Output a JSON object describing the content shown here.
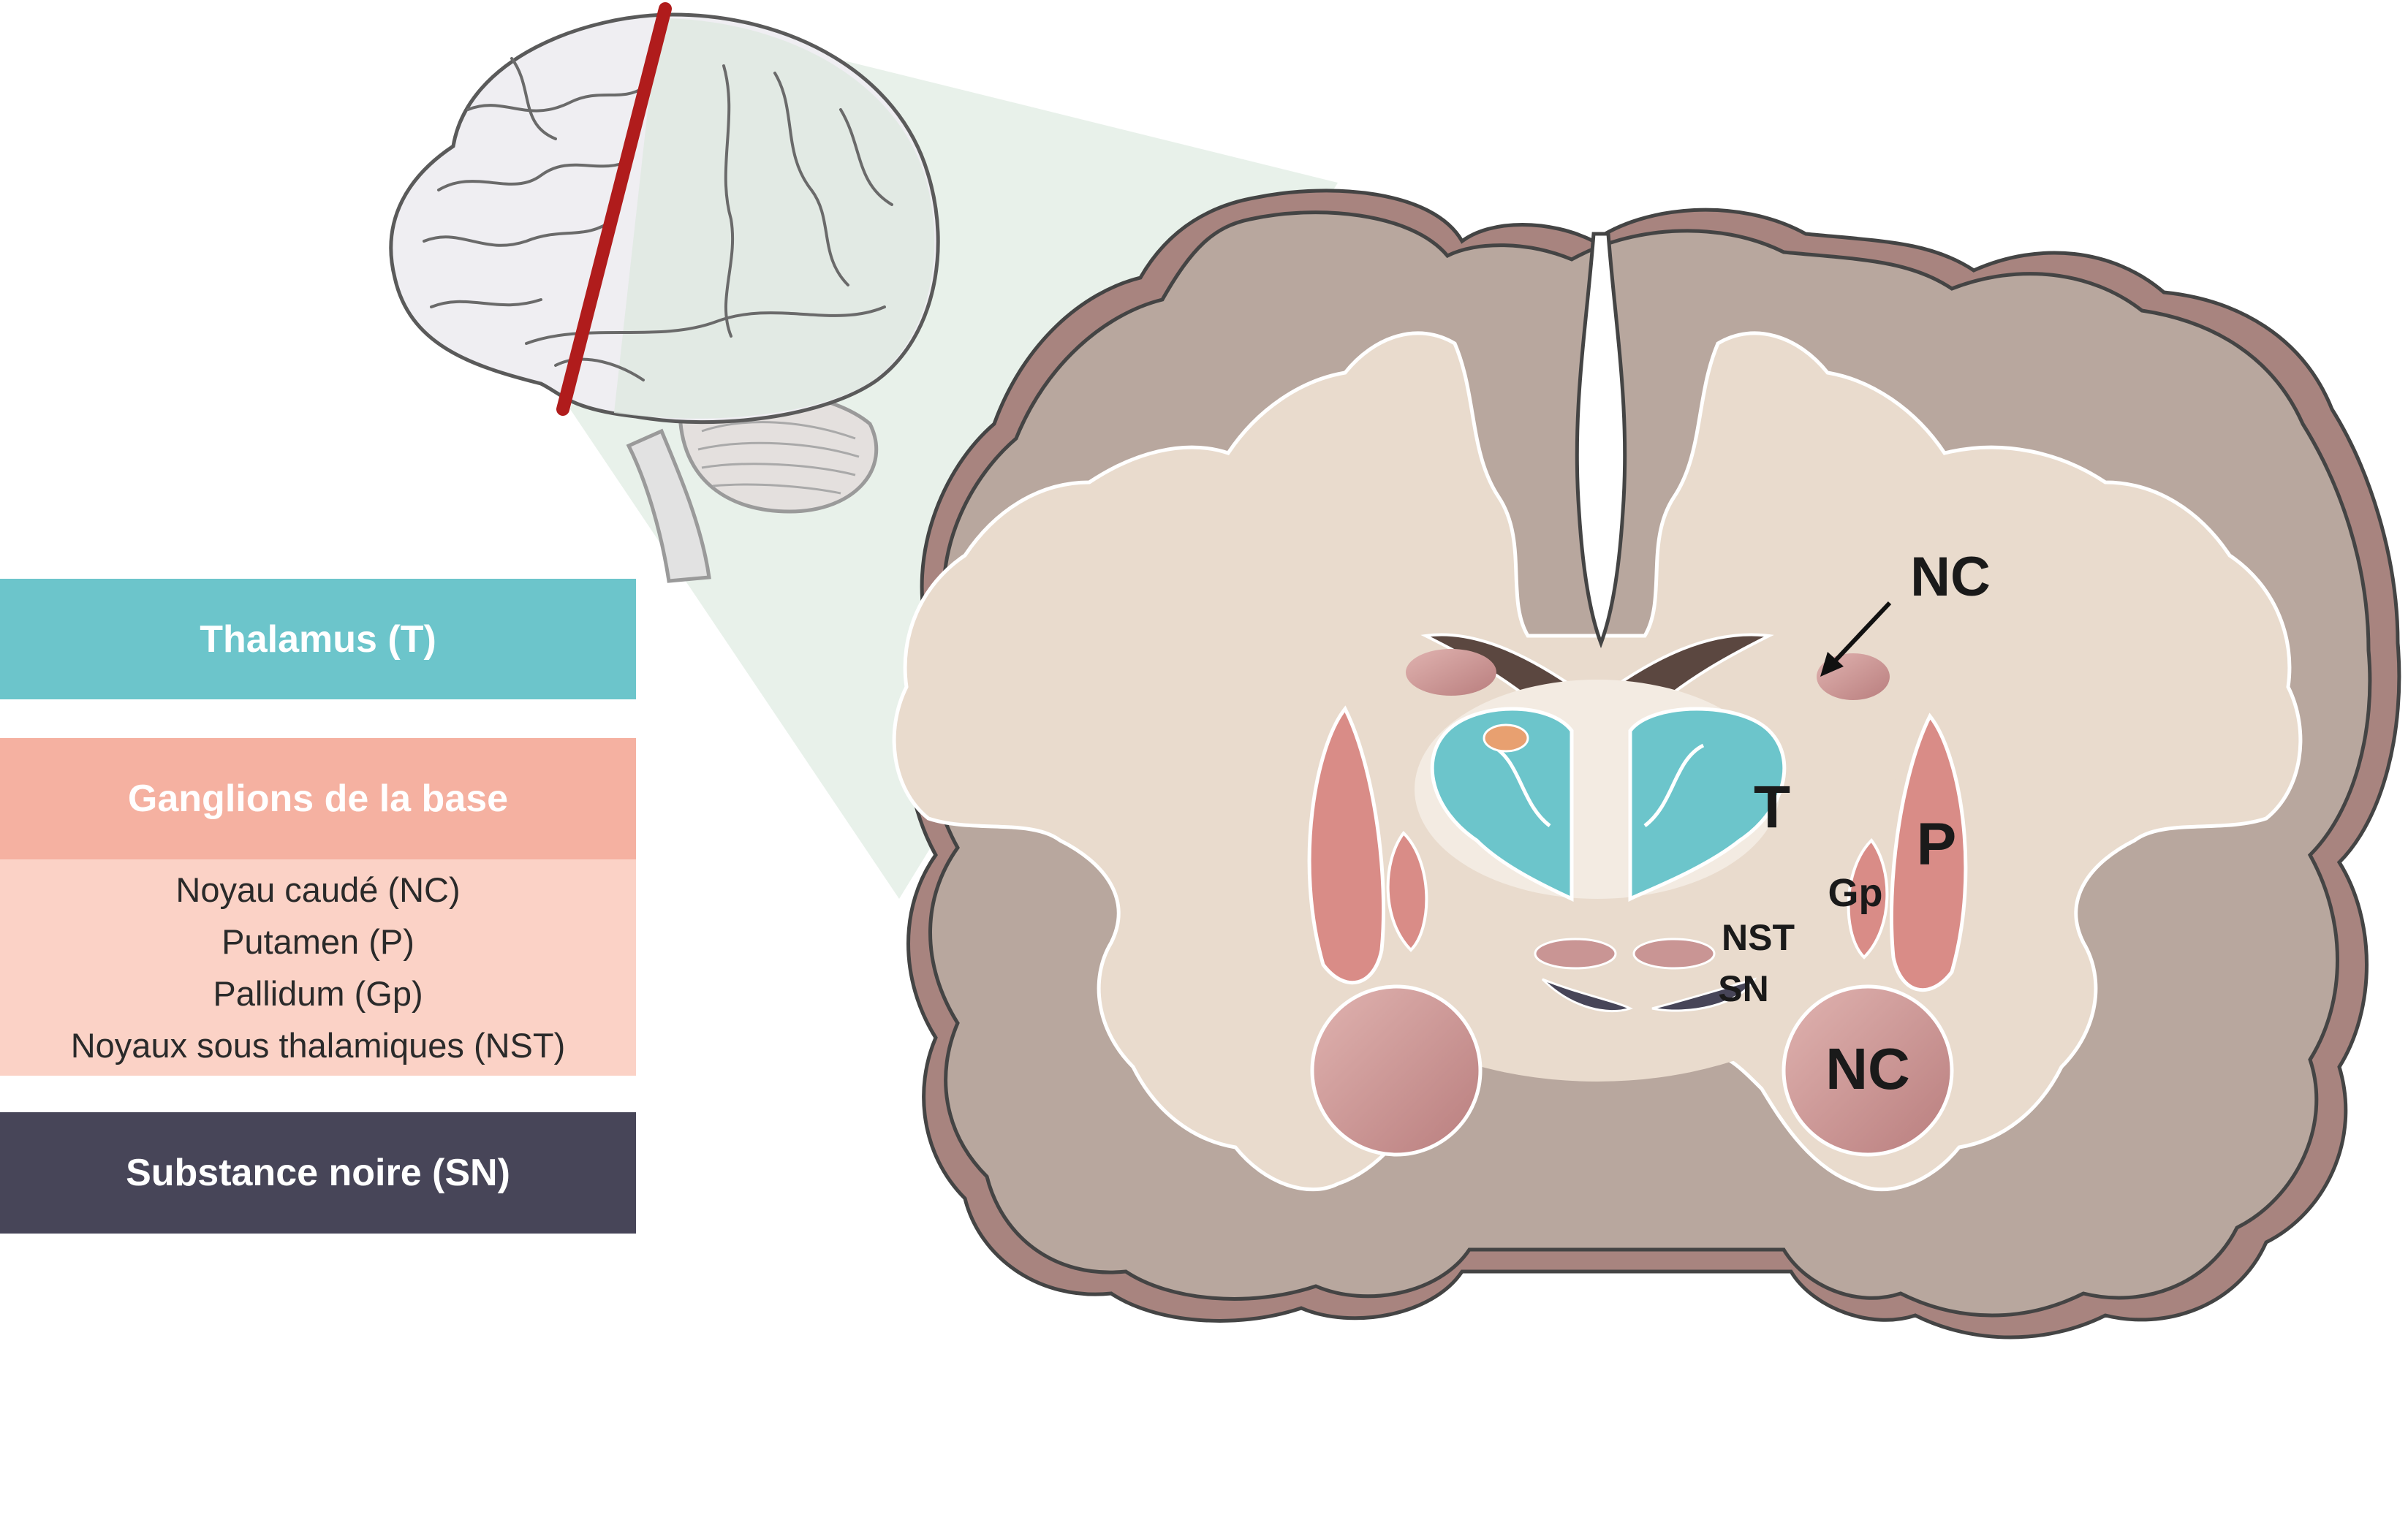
{
  "colors": {
    "thalamus": "#6cc5cb",
    "basal_ganglia": "#f5b1a1",
    "basal_ganglia_light": "#fbd2c6",
    "substantia_nigra": "#474558",
    "cortex": "#b8a79e",
    "cortex_shadow": "#a8847f",
    "white_matter": "#e9dbcd",
    "nucleus": "#c99594",
    "putamen": "#d98c87",
    "ventricle": "#5b4740",
    "cut_line": "#b01c1c",
    "projection": "#e6f0e8"
  },
  "legend": {
    "thalamus": {
      "title": "Thalamus (T)"
    },
    "basal_ganglia": {
      "title": "Ganglions de la base",
      "items": [
        "Noyau caudé (NC)",
        "Putamen (P)",
        "Pallidum (Gp)",
        "Noyaux sous thalamiques (NST)"
      ]
    },
    "substantia_nigra": {
      "title": "Substance noire (SN)"
    }
  },
  "diagram_labels": {
    "nc_top": "NC",
    "thalamus": "T",
    "putamen": "P",
    "pallidum": "Gp",
    "nst": "NST",
    "sn": "SN",
    "nc_bottom": "NC"
  },
  "icons": [
    "brain-lateral-icon",
    "coronal-section-icon",
    "cut-plane-icon"
  ]
}
